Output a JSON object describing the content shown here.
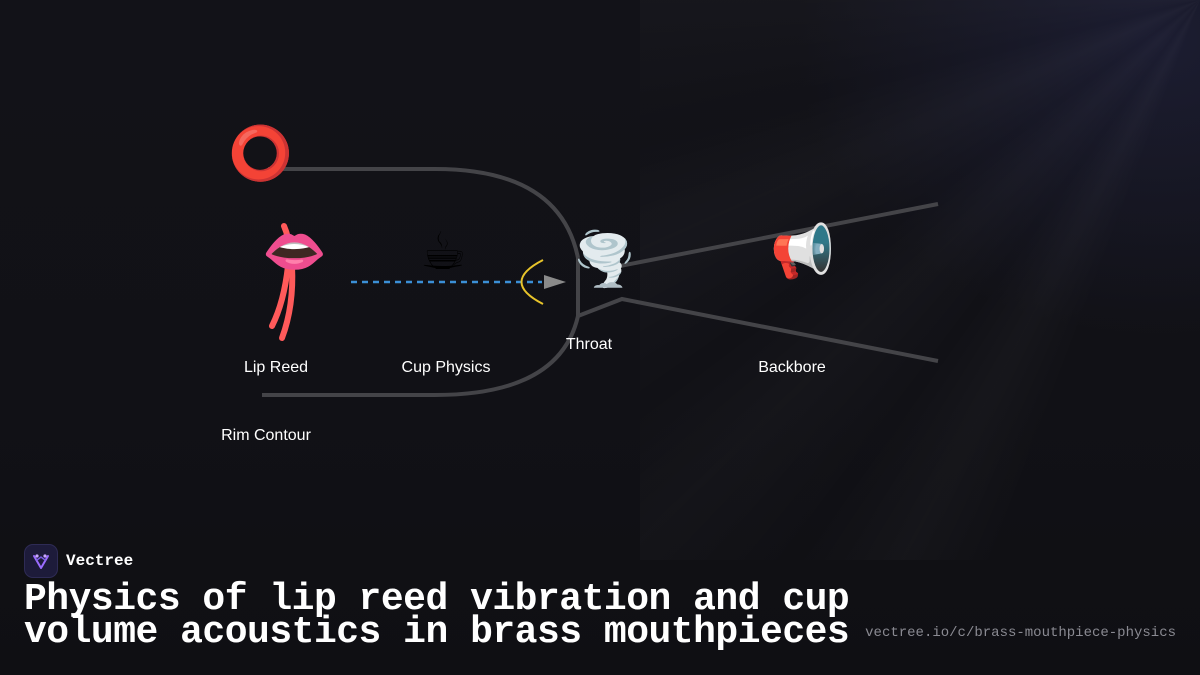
{
  "diagram": {
    "nodes": [
      {
        "id": "rim",
        "label": "Rim Contour",
        "icon": "red-ring-icon",
        "glyph": "⭕"
      },
      {
        "id": "lip",
        "label": "Lip Reed",
        "icon": "lips-icon",
        "glyph": "👄"
      },
      {
        "id": "cup",
        "label": "Cup Physics",
        "icon": "hot-beverage-icon",
        "glyph": "☕"
      },
      {
        "id": "throat",
        "label": "Throat",
        "icon": "tornado-icon",
        "glyph": "🌪️"
      },
      {
        "id": "backbore",
        "label": "Backbore",
        "icon": "megaphone-icon",
        "glyph": "📢"
      }
    ],
    "colors": {
      "outline": "#444448",
      "flow_dash": "#3b8fd6",
      "arc": "#e8c42a",
      "arrow": "#8a8a8a",
      "lip_stroke": "#ff5a5a"
    }
  },
  "brand": {
    "name": "Vectree",
    "logo_icon": "vectree-logo-icon"
  },
  "title": "Physics of lip reed vibration and cup volume acoustics in brass mouthpieces",
  "url": "vectree.io/c/brass-mouthpiece-physics"
}
